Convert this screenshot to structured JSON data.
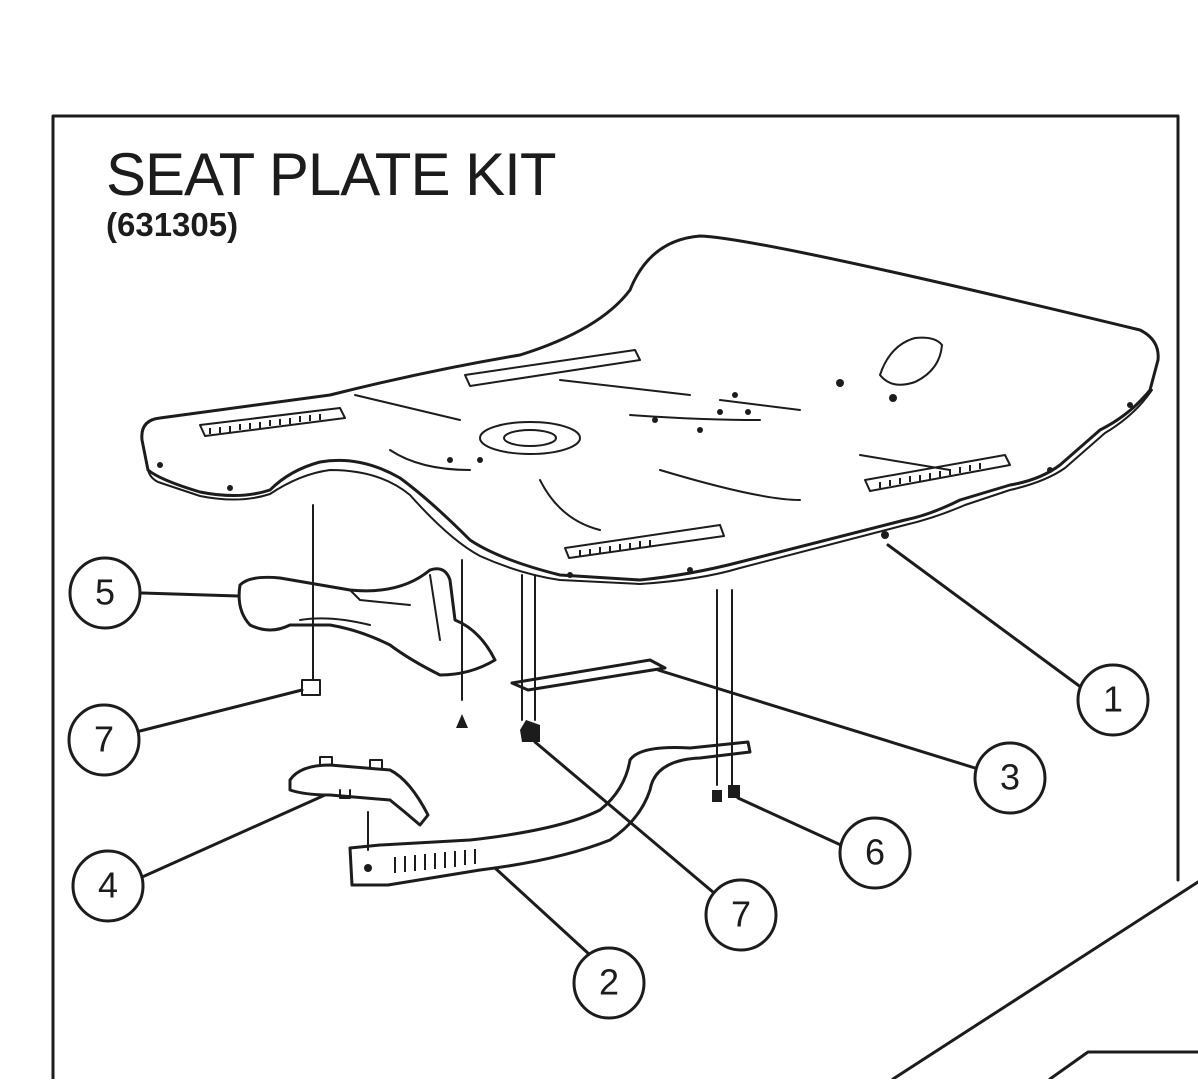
{
  "diagram": {
    "title": "SEAT PLATE KIT",
    "part_number": "(631305)",
    "callouts": [
      {
        "id": "c1",
        "label": "1"
      },
      {
        "id": "c2",
        "label": "2"
      },
      {
        "id": "c3",
        "label": "3"
      },
      {
        "id": "c4",
        "label": "4"
      },
      {
        "id": "c5",
        "label": "5"
      },
      {
        "id": "c6",
        "label": "6"
      },
      {
        "id": "c7a",
        "label": "7"
      },
      {
        "id": "c7b",
        "label": "7"
      }
    ]
  }
}
